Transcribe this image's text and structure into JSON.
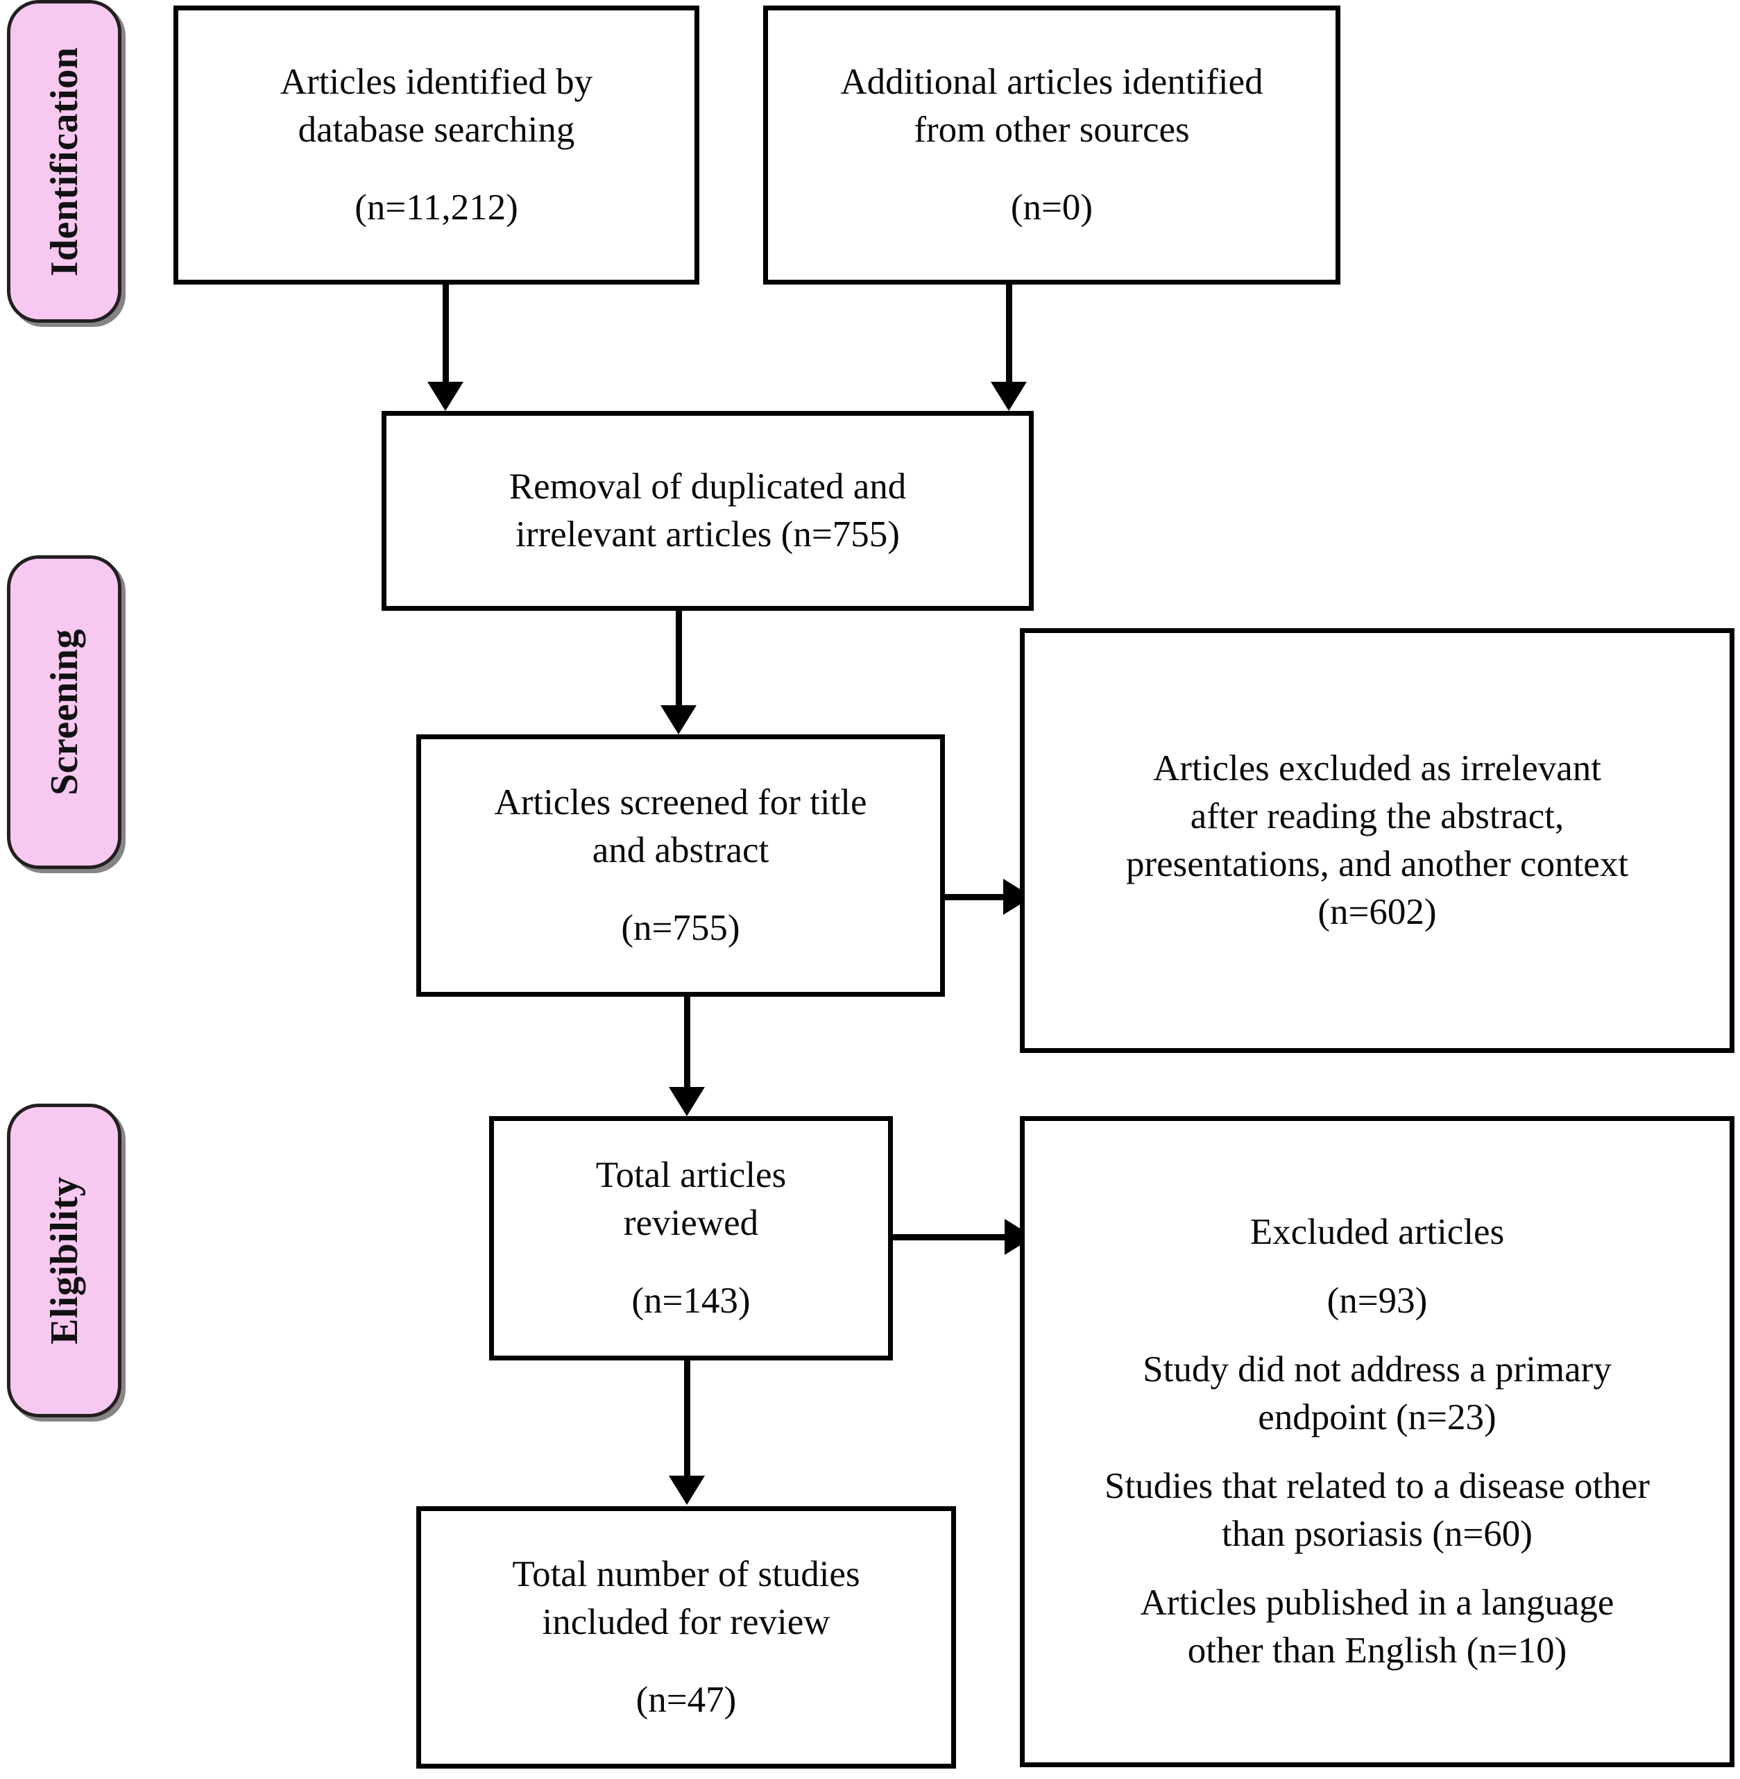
{
  "diagram": {
    "title": "PRISMA study selection flow diagram",
    "type": "prisma-flowchart",
    "accent_color": "#f7c8f0",
    "line_color": "#010101",
    "phases": [
      {
        "id": "identification",
        "label": "Identification"
      },
      {
        "id": "screening",
        "label": "Screening"
      },
      {
        "id": "eligibility",
        "label": "Eligibility"
      }
    ],
    "boxes": {
      "database_search": {
        "line1": "Articles identified by",
        "line2": "database searching",
        "count": "(n=11,212)"
      },
      "other_sources": {
        "line1": "Additional articles identified",
        "line2": "from other sources",
        "count": "(n=0)"
      },
      "duplicates_removed": {
        "line1": "Removal of duplicated and",
        "line2": "irrelevant articles (n=755)"
      },
      "screened": {
        "line1": "Articles screened for title",
        "line2": "and abstract",
        "count": "(n=755)"
      },
      "excluded_irrelevant": {
        "line1": "Articles excluded as irrelevant",
        "line2": "after reading the abstract,",
        "line3": "presentations, and another context",
        "count": "(n=602)"
      },
      "total_reviewed": {
        "line1": "Total articles",
        "line2": "reviewed",
        "count": "(n=143)"
      },
      "excluded_articles": {
        "heading": "Excluded articles",
        "count": "(n=93)",
        "reason1_line1": "Study did not address a primary",
        "reason1_line2": "endpoint (n=23)",
        "reason2_line1": "Studies that related to a disease other",
        "reason2_line2": "than psoriasis (n=60)",
        "reason3_line1": "Articles published in a language",
        "reason3_line2": "other than English (n=10)"
      },
      "included": {
        "line1": "Total number of studies",
        "line2": "included for review",
        "count": "(n=47)"
      }
    }
  },
  "chart_data": {
    "type": "diagram",
    "title": "PRISMA flow of study selection",
    "nodes": [
      {
        "id": "database_search",
        "stage": "Identification",
        "label": "Articles identified by database searching",
        "n": 11212
      },
      {
        "id": "other_sources",
        "stage": "Identification",
        "label": "Additional articles identified from other sources",
        "n": 0
      },
      {
        "id": "duplicates_removed",
        "stage": "Screening",
        "label": "Removal of duplicated and irrelevant articles",
        "n": 755
      },
      {
        "id": "screened",
        "stage": "Screening",
        "label": "Articles screened for title and abstract",
        "n": 755
      },
      {
        "id": "excluded_irrelevant",
        "stage": "Screening",
        "label": "Articles excluded as irrelevant after reading the abstract, presentations, and another context",
        "n": 602
      },
      {
        "id": "total_reviewed",
        "stage": "Eligibility",
        "label": "Total articles reviewed",
        "n": 143
      },
      {
        "id": "excluded_articles",
        "stage": "Eligibility",
        "label": "Excluded articles",
        "n": 93,
        "reasons": [
          {
            "label": "Study did not address a primary endpoint",
            "n": 23
          },
          {
            "label": "Studies that related to a disease other than psoriasis",
            "n": 60
          },
          {
            "label": "Articles published in a language other than English",
            "n": 10
          }
        ]
      },
      {
        "id": "included",
        "stage": "Included",
        "label": "Total number of studies included for review",
        "n": 47
      }
    ],
    "edges": [
      {
        "from": "database_search",
        "to": "duplicates_removed"
      },
      {
        "from": "other_sources",
        "to": "duplicates_removed"
      },
      {
        "from": "duplicates_removed",
        "to": "screened"
      },
      {
        "from": "screened",
        "to": "excluded_irrelevant"
      },
      {
        "from": "screened",
        "to": "total_reviewed"
      },
      {
        "from": "total_reviewed",
        "to": "excluded_articles"
      },
      {
        "from": "total_reviewed",
        "to": "included"
      }
    ]
  }
}
